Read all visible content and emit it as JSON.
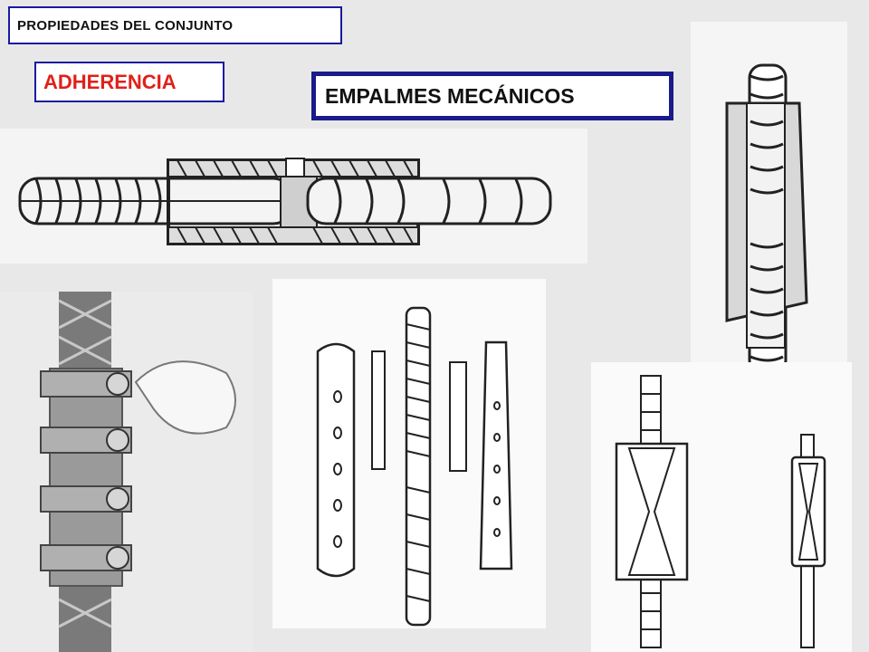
{
  "header": {
    "title": "PROPIEDADES  DEL CONJUNTO"
  },
  "section": {
    "label": "ADHERENCIA"
  },
  "topic": {
    "title": "EMPALMES MECÁNICOS"
  },
  "figure_colors": {
    "accent_red": "#e0201a",
    "border_blue": "#1a1aa0"
  }
}
